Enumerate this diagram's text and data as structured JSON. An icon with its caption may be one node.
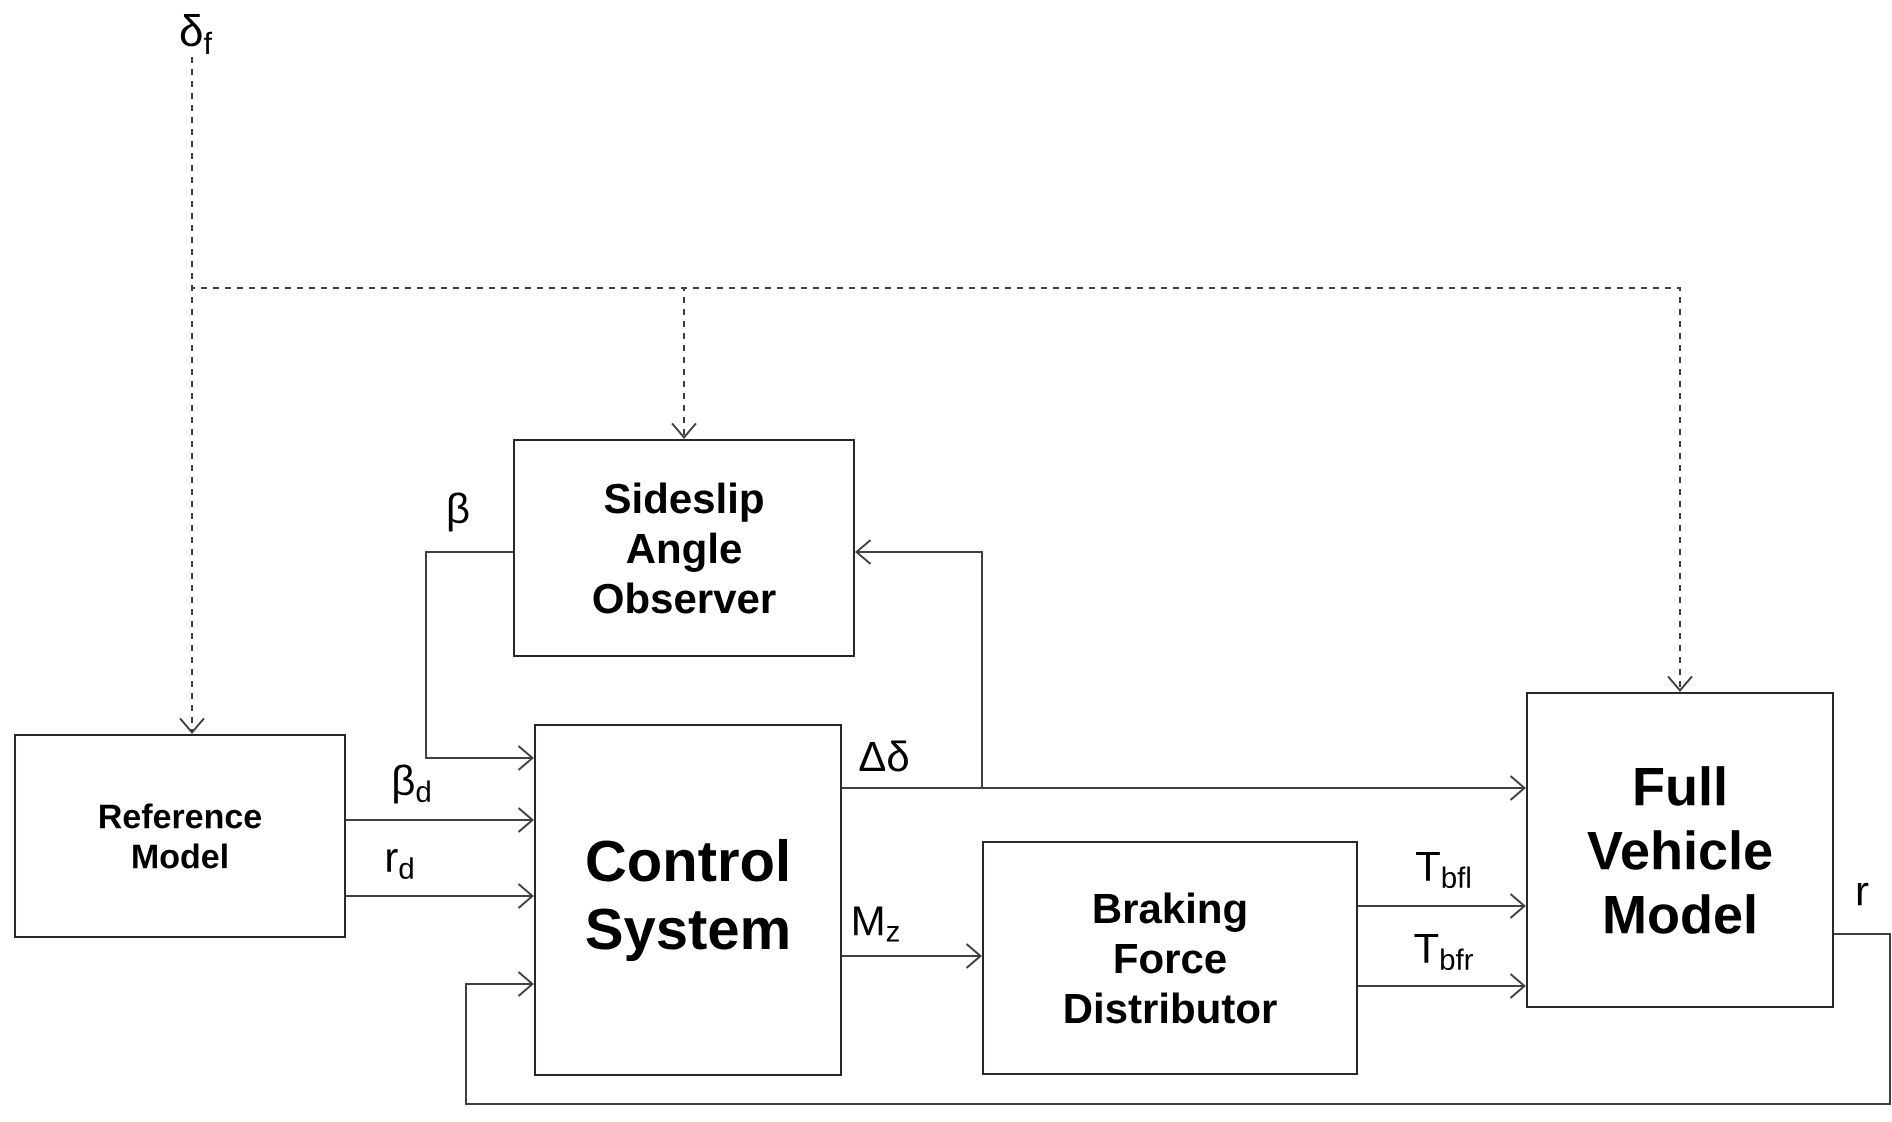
{
  "diagram": {
    "nodes": [
      {
        "text": [
          "δ$_{f}$"
        ]
      },
      {
        "text": [
          "Sideslip Angle Observer"
        ]
      },
      {
        "text": [
          "Reference Model"
        ]
      },
      {
        "text": [
          "Control System"
        ]
      },
      {
        "text": [
          "Braking Force Distributor"
        ]
      },
      {
        "text": [
          "Full Vehicle Model"
        ]
      }
    ],
    "edges": [
      {
        "from": 0,
        "to": 2,
        "arrow": "to",
        "style": "dashed"
      },
      {
        "from": 0,
        "to": 1,
        "arrow": "to",
        "style": "dashed"
      },
      {
        "from": 0,
        "to": 5,
        "arrow": "to",
        "style": "dashed"
      },
      {
        "from": 1,
        "to": 3,
        "arrow": "to",
        "label": "β"
      },
      {
        "from": 2,
        "to": 3,
        "arrow": "to",
        "label": "β$_{d}$"
      },
      {
        "from": 2,
        "to": 3,
        "arrow": "to",
        "label": "r$_{d}$"
      },
      {
        "from": 3,
        "to": 5,
        "arrow": "to",
        "label": "Δδ"
      },
      {
        "from": 3,
        "to": 1,
        "arrow": "to"
      },
      {
        "from": 3,
        "to": 4,
        "arrow": "to",
        "label": "M$_{z}$"
      },
      {
        "from": 4,
        "to": 5,
        "arrow": "to",
        "label": "T$_{bfl}$"
      },
      {
        "from": 4,
        "to": 5,
        "arrow": "to",
        "label": "T$_{bfr}$"
      },
      {
        "from": 5,
        "to": 3,
        "arrow": "to",
        "label": "r"
      }
    ]
  }
}
